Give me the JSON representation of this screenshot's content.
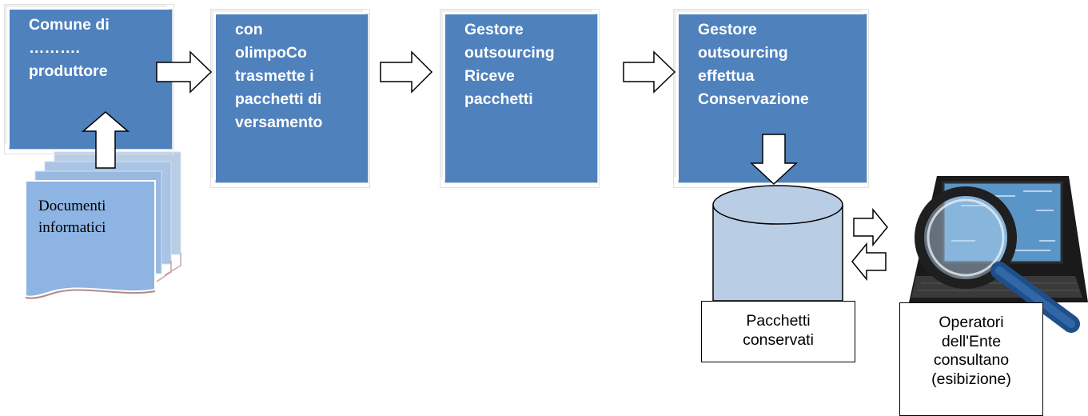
{
  "boxes": [
    {
      "lines": [
        "Comune di",
        "……….",
        "produttore"
      ]
    },
    {
      "lines": [
        "con",
        "olimpoCo",
        "trasmette  i",
        "pacchetti di",
        "versamento"
      ]
    },
    {
      "lines": [
        "Gestore",
        "outsourcing",
        "Riceve",
        "pacchetti"
      ]
    },
    {
      "lines": [
        "Gestore",
        "outsourcing",
        "effettua",
        "Conservazione"
      ]
    }
  ],
  "documents": {
    "lines": [
      "Documenti",
      "informatici"
    ]
  },
  "storage": {
    "lines": [
      "Pacchetti",
      "conservati"
    ]
  },
  "operators": {
    "lines": [
      "Operatori",
      "dell'Ente",
      "consultano",
      "(esibizione)"
    ]
  },
  "icons": [
    "document-stack-icon",
    "arrow-right-icon",
    "arrow-up-icon",
    "arrow-down-icon",
    "arrow-left-icon",
    "database-cylinder-icon",
    "laptop-magnifier-icon"
  ],
  "colors": {
    "box_fill": "#4f81bd",
    "box_text": "#ffffff",
    "doc_fill": "#8db4e2",
    "cylinder_fill": "#b9cde5"
  }
}
